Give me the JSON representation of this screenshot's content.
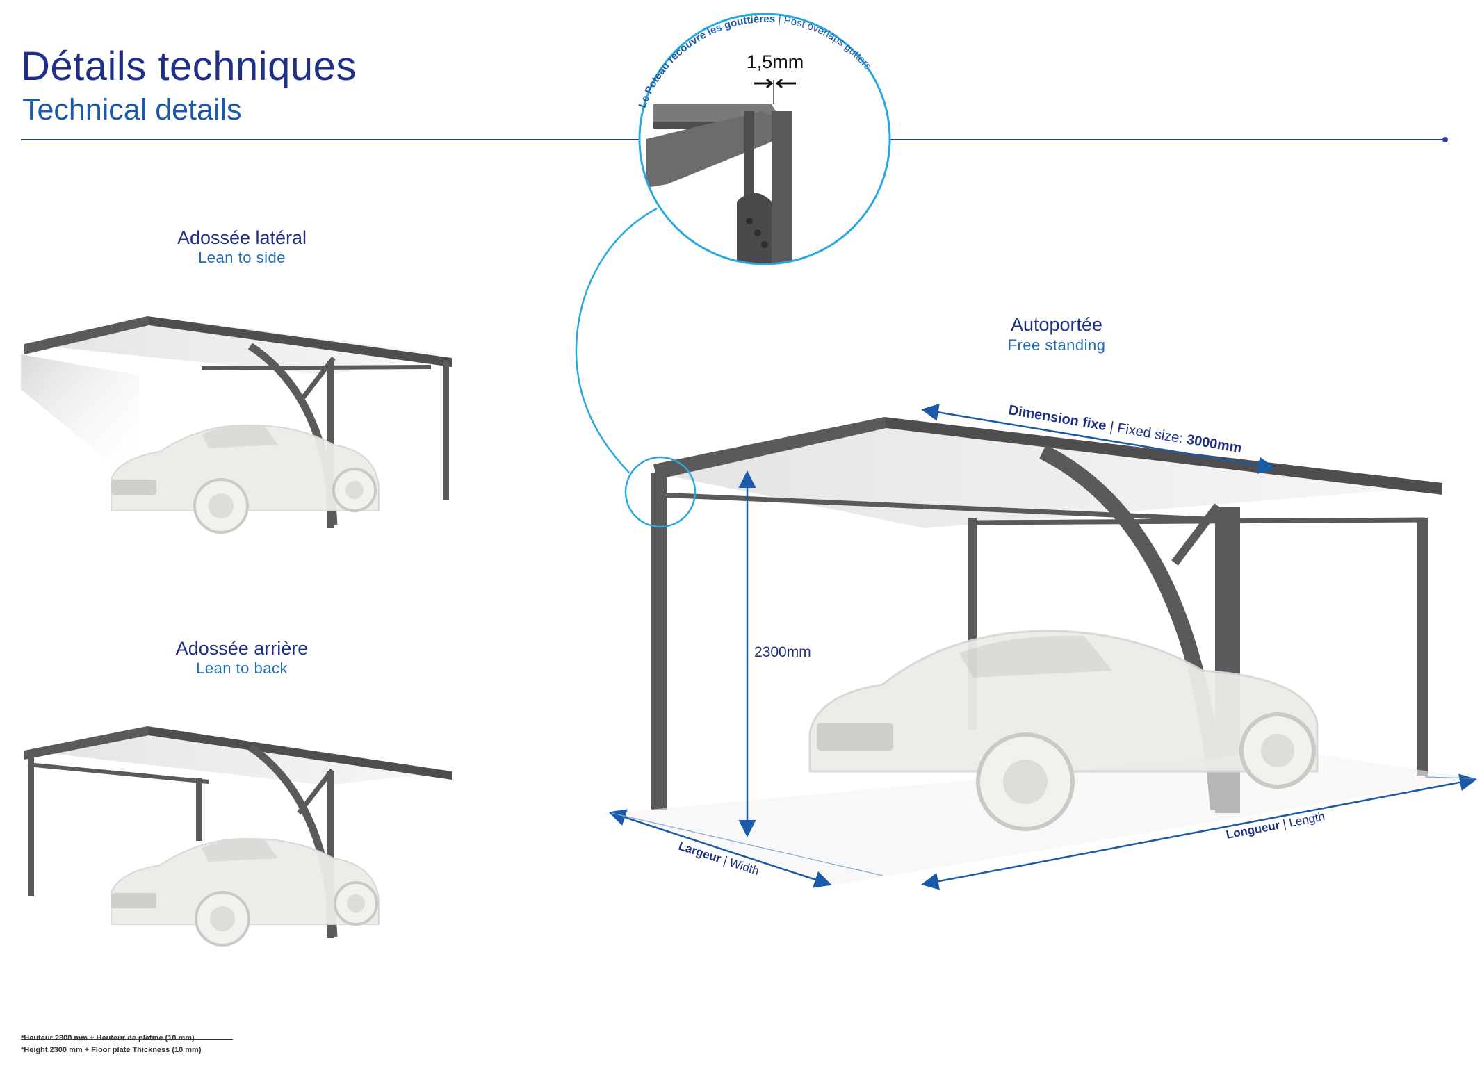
{
  "header": {
    "title_fr": "Détails techniques",
    "title_en": "Technical details"
  },
  "views": {
    "side": {
      "label_fr": "Adossée latéral",
      "label_en": "Lean to side"
    },
    "back": {
      "label_fr": "Adossée arrière",
      "label_en": "Lean to back"
    },
    "free": {
      "label_fr": "Autoportée",
      "label_en": "Free standing"
    }
  },
  "detail": {
    "thickness": "1,5mm",
    "note_fr": "Le Poteau recouvre les gouttières",
    "note_en": "Post overlaps gutters"
  },
  "dimensions": {
    "fixed_fr": "Dimension fixe",
    "fixed_en": "Fixed size:",
    "fixed_value": "3000mm",
    "height": "2300mm",
    "width_fr": "Largeur",
    "width_en": "Width",
    "length_fr": "Longueur",
    "length_en": "Length"
  },
  "footnotes": {
    "fr": "*Hauteur 2300 mm + Hauteur de platine (10 mm)",
    "en": "*Height 2300 mm + Floor plate Thickness (10 mm)"
  },
  "colors": {
    "frame": "#5a5a5c",
    "brand": "#1f2f86",
    "accent": "#1a5aa8",
    "callout": "#29a8e0",
    "car": "#ecebe8"
  }
}
